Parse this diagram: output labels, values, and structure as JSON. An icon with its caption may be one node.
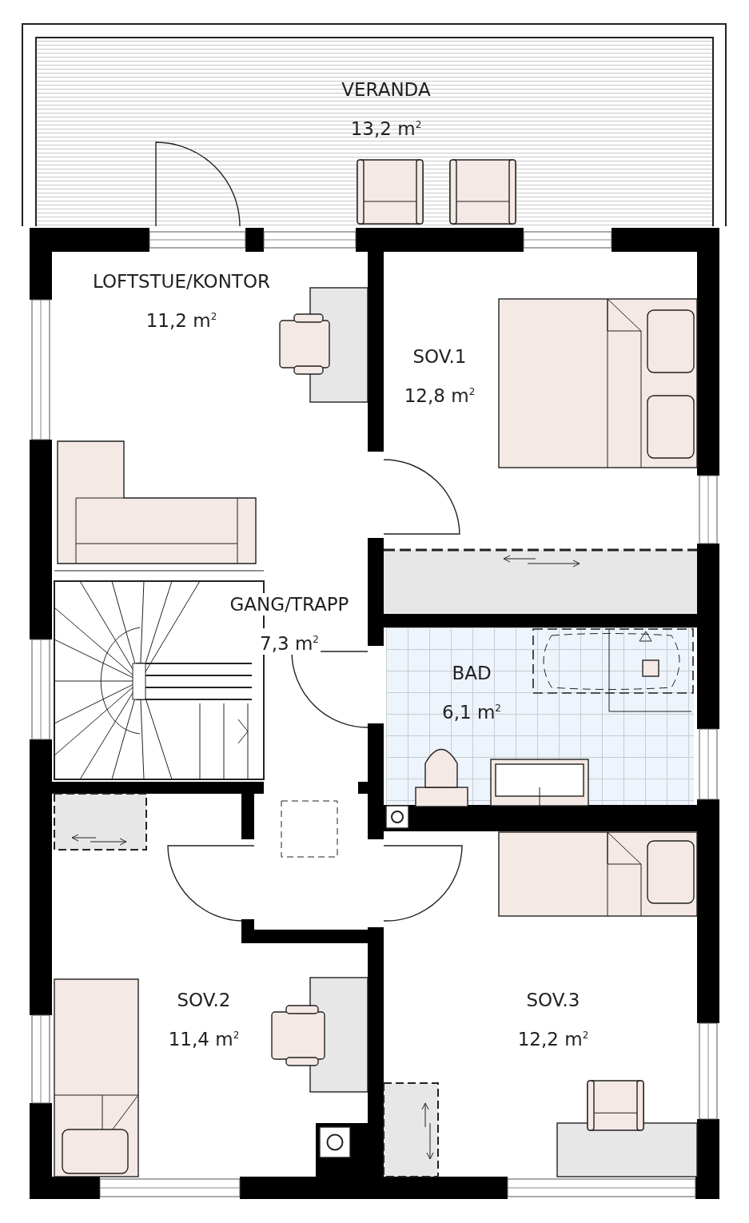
{
  "diagram": {
    "nodes": [
      {
        "text": [
          "VERANDA",
          "13,2 m$^{2}$"
        ]
      },
      {
        "text": [
          "LOFTSTUE/KONTOR",
          "11,2 m$^{2}$"
        ]
      },
      {
        "text": [
          "SOV.1",
          "12,8 m$^{2}$"
        ]
      },
      {
        "text": [
          "GANG/TRAPP",
          "7,3 m$^{2}$"
        ]
      },
      {
        "text": [
          "BAD",
          "6,1 m$^{2}$"
        ]
      },
      {
        "text": [
          "SOV.2",
          "11,4 m$^{2}$"
        ]
      },
      {
        "text": [
          "SOV.3",
          "12,2 m$^{2}$"
        ]
      }
    ]
  }
}
